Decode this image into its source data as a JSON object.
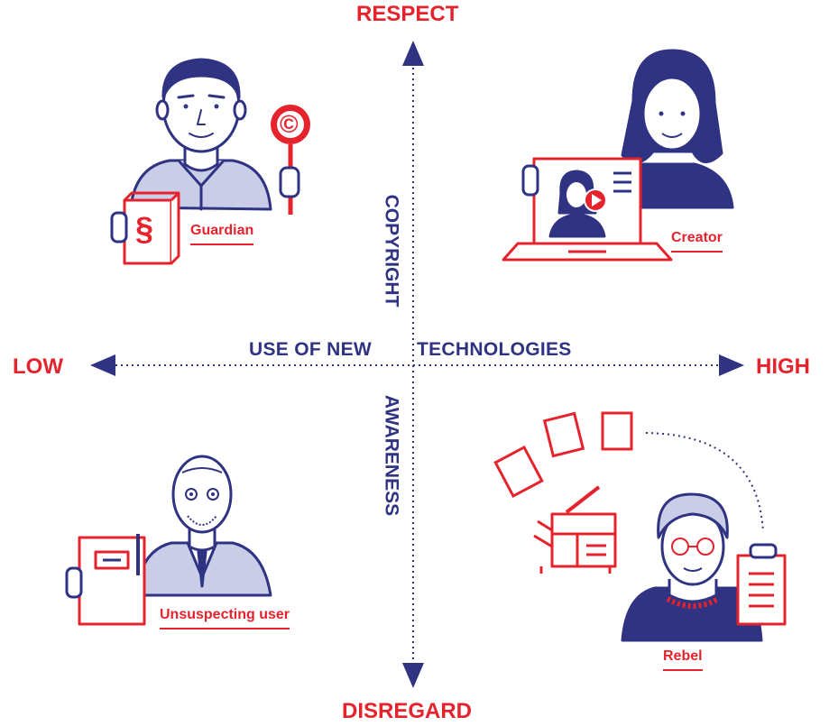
{
  "axes": {
    "top": "RESPECT",
    "bottom": "DISREGARD",
    "left": "LOW",
    "right": "HIGH",
    "horizontal_title_left": "USE OF NEW",
    "horizontal_title_right": "TECHNOLOGIES",
    "vertical_title_top": "COPYRIGHT",
    "vertical_title_bottom": "AWARENESS"
  },
  "personas": {
    "guardian": "Guardian",
    "creator": "Creator",
    "unsuspecting": "Unsuspecting user",
    "rebel": "Rebel"
  },
  "icons": {
    "guardian_book_symbol": "§",
    "guardian_sign_symbol": "©"
  },
  "colors": {
    "accent_red": "#e6232d",
    "navy": "#2f3382",
    "light_blue": "#c9cde8"
  }
}
